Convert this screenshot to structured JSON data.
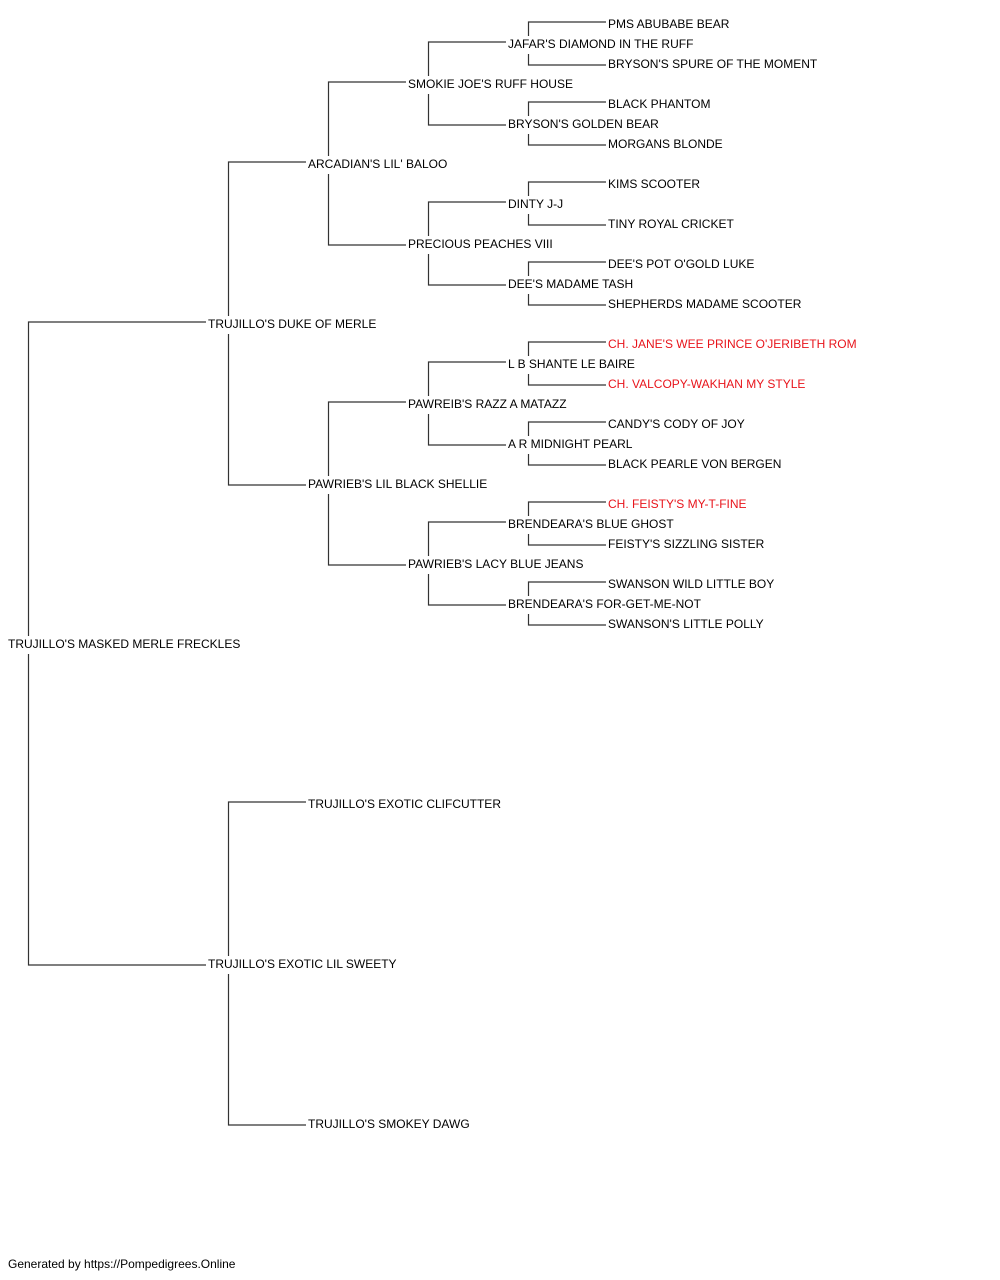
{
  "subject": "TRUJILLO'S MASKED MERLE FRECKLES",
  "sire": {
    "name": "TRUJILLO'S DUKE OF MERLE",
    "sire": {
      "name": "ARCADIAN'S LIL' BALOO",
      "sire": {
        "name": "SMOKIE JOE'S RUFF HOUSE",
        "sire": {
          "name": "JAFAR'S DIAMOND IN THE RUFF",
          "sire": "PMS ABUBABE BEAR",
          "dam": "BRYSON'S SPURE OF THE MOMENT"
        },
        "dam": {
          "name": "BRYSON'S GOLDEN BEAR",
          "sire": "BLACK PHANTOM",
          "dam": "MORGANS BLONDE"
        }
      },
      "dam": {
        "name": "PRECIOUS PEACHES VIII",
        "sire": {
          "name": "DINTY J-J",
          "sire": "KIMS SCOOTER",
          "dam": "TINY ROYAL CRICKET"
        },
        "dam": {
          "name": "DEE'S MADAME TASH",
          "sire": "DEE'S POT O'GOLD LUKE",
          "dam": "SHEPHERDS MADAME SCOOTER"
        }
      }
    },
    "dam": {
      "name": "PAWRIEB'S LIL BLACK SHELLIE",
      "sire": {
        "name": "PAWREIB'S RAZZ A MATAZZ",
        "sire": {
          "name": "L B SHANTE LE BAIRE",
          "sire": "CH. JANE'S WEE PRINCE O'JERIBETH ROM",
          "dam": "CH. VALCOPY-WAKHAN MY STYLE"
        },
        "dam": {
          "name": "A R MIDNIGHT PEARL",
          "sire": "CANDY'S CODY OF JOY",
          "dam": "BLACK PEARLE VON BERGEN"
        }
      },
      "dam": {
        "name": "PAWRIEB'S LACY BLUE JEANS",
        "sire": {
          "name": "BRENDEARA'S BLUE GHOST",
          "sire": "CH. FEISTY'S MY-T-FINE",
          "dam": "FEISTY'S SIZZLING SISTER"
        },
        "dam": {
          "name": "BRENDEARA'S FOR-GET-ME-NOT",
          "sire": "SWANSON WILD LITTLE BOY",
          "dam": "SWANSON'S LITTLE POLLY"
        }
      }
    }
  },
  "dam": {
    "name": "TRUJILLO'S EXOTIC LIL SWEETY",
    "sire": {
      "name": "TRUJILLO'S EXOTIC CLIFCUTTER"
    },
    "dam": {
      "name": "TRUJILLO'S SMOKEY DAWG"
    }
  },
  "footer": "Generated by https://Pompedigrees.Online",
  "colors": {
    "champion": "#e8141b",
    "line": "#000000"
  }
}
